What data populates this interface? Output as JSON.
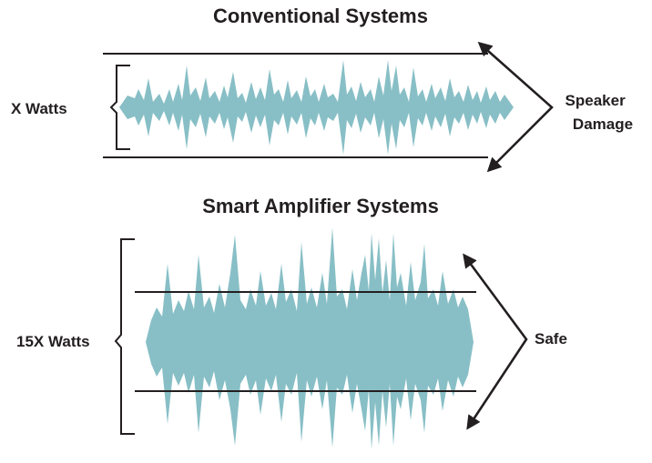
{
  "panels": {
    "conventional": {
      "title": "Conventional Systems",
      "power_label": "X Watts",
      "outcome_label": [
        "Speaker",
        "Damage"
      ]
    },
    "smart": {
      "title": "Smart Amplifier Systems",
      "power_label": "15X Watts",
      "outcome_label": "Safe"
    }
  },
  "colors": {
    "waveform": "#88bfc6",
    "ink": "#231f20"
  },
  "icons": {
    "arrow": "double-headed-arrow-icon",
    "bracket": "bracket-icon"
  }
}
